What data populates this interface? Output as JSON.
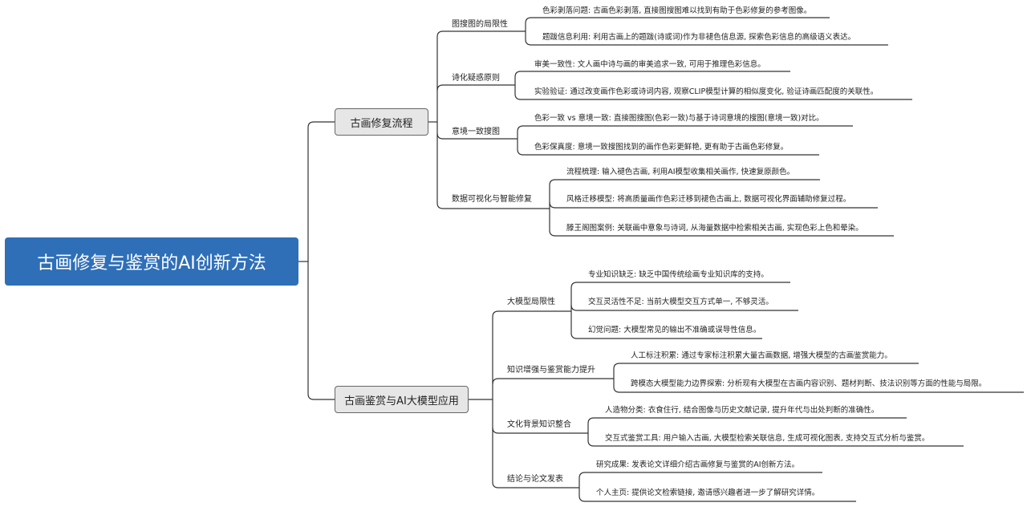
{
  "root": {
    "label": "古画修复与鉴赏的AI创新方法"
  },
  "branches": [
    {
      "label": "古画修复流程",
      "children": [
        {
          "label": "图搜图的局限性",
          "leaves": [
            "色彩剥落问题: 古画色彩剥落, 直接图搜图难以找到有助于色彩修复的参考图像。",
            "题跋信息利用: 利用古画上的题跋(诗或词)作为非褪色信息源, 探索色彩信息的高级语义表达。"
          ]
        },
        {
          "label": "诗化疑惑原则",
          "leaves": [
            "审美一致性: 文人画中诗与画的审美追求一致, 可用于推理色彩信息。",
            "实验验证: 通过改变画作色彩或诗词内容, 观察CLIP模型计算的相似度变化, 验证诗画匹配度的关联性。"
          ]
        },
        {
          "label": "意境一致搜图",
          "leaves": [
            "色彩一致 vs 意境一致: 直接图搜图(色彩一致)与基于诗词意境的搜图(意境一致)对比。",
            "色彩保真度: 意境一致搜图找到的画作色彩更鲜艳, 更有助于古画色彩修复。"
          ]
        },
        {
          "label": "数据可视化与智能修复",
          "leaves": [
            "流程梳理: 输入褪色古画, 利用AI模型收集相关画作, 快速复原颜色。",
            "风格迁移模型: 将高质量画作色彩迁移到褪色古画上, 数据可视化界面辅助修复过程。",
            "滕王阁图案例: 关联画中意象与诗词, 从海量数据中检索相关古画, 实现色彩上色和晕染。"
          ]
        }
      ]
    },
    {
      "label": "古画鉴赏与AI大模型应用",
      "children": [
        {
          "label": "大模型局限性",
          "leaves": [
            "专业知识缺乏: 缺乏中国传统绘画专业知识库的支持。",
            "交互灵活性不足: 当前大模型交互方式单一, 不够灵活。",
            "幻觉问题: 大模型常见的输出不准确或误导性信息。"
          ]
        },
        {
          "label": "知识增强与鉴赏能力提升",
          "leaves": [
            "人工标注积累: 通过专家标注积累大量古画数据, 增强大模型的古画鉴赏能力。",
            "跨模态大模型能力边界探索: 分析现有大模型在古画内容识别、题材判断、技法识别等方面的性能与局限。"
          ]
        },
        {
          "label": "文化背景知识整合",
          "leaves": [
            "人造物分类: 衣食住行, 结合图像与历史文献记录, 提升年代与出处判断的准确性。",
            "交互式鉴赏工具: 用户输入古画, 大模型检索关联信息, 生成可视化图表, 支持交互式分析与鉴赏。"
          ]
        },
        {
          "label": "结论与论文发表",
          "leaves": [
            "研究成果: 发表论文详细介绍古画修复与鉴赏的AI创新方法。",
            "个人主页: 提供论文检索链接, 邀请感兴趣者进一步了解研究详情。"
          ]
        }
      ]
    }
  ]
}
